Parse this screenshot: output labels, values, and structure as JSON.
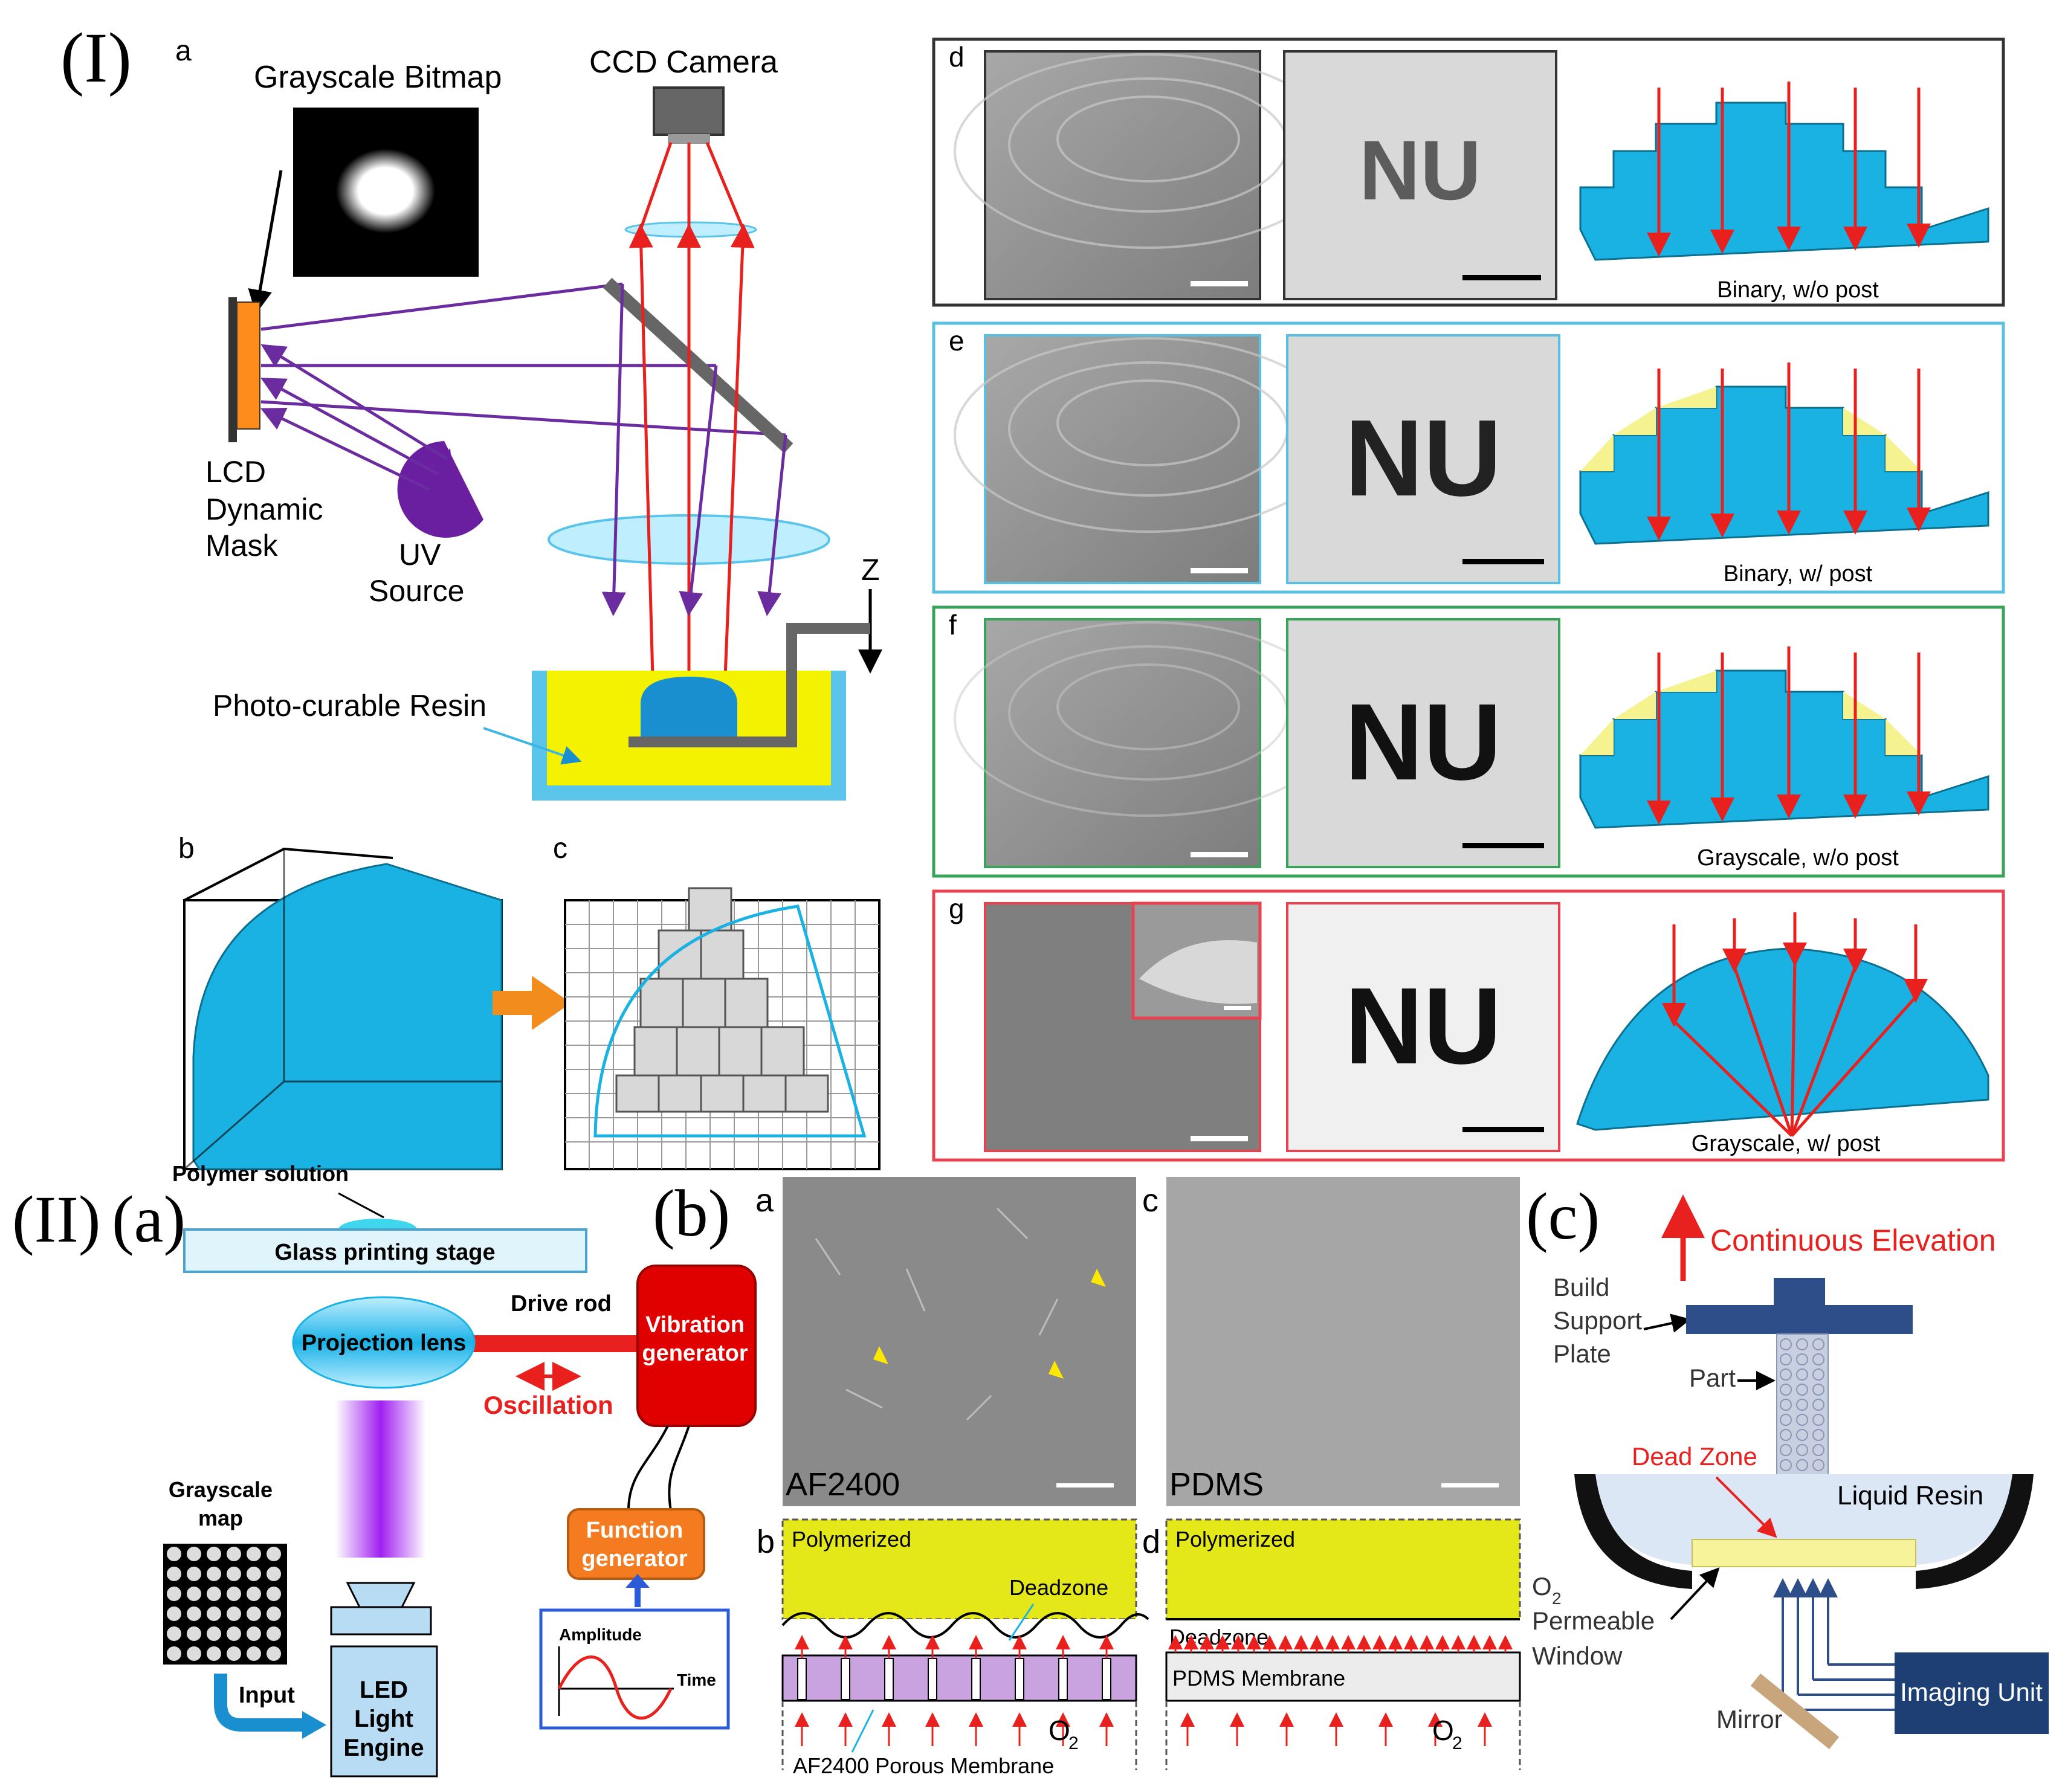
{
  "part1": {
    "roman": "(I)",
    "a": {
      "letter": "a",
      "bitmap_label": "Grayscale Bitmap",
      "camera_label": "CCD Camera",
      "lcd_label_1": "LCD",
      "lcd_label_2": "Dynamic",
      "lcd_label_3": "Mask",
      "uv_label_1": "UV",
      "uv_label_2": "Source",
      "z_label": "Z",
      "resin_label": "Photo-curable Resin"
    },
    "b": {
      "letter": "b"
    },
    "c": {
      "letter": "c"
    },
    "panels": [
      {
        "letter": "d",
        "caption": "Binary, w/o post",
        "text": "NU",
        "color": "#333333"
      },
      {
        "letter": "e",
        "caption": "Binary, w/ post",
        "text": "NU",
        "color": "#5bbfe0"
      },
      {
        "letter": "f",
        "caption": "Grayscale, w/o post",
        "text": "NU",
        "color": "#3aa35a"
      },
      {
        "letter": "g",
        "caption": "Grayscale, w/ post",
        "text": "NU",
        "color": "#e8414f"
      }
    ]
  },
  "part2": {
    "roman": "(II)",
    "a": {
      "letter": "(a)",
      "polymer_label": "Polymer solution",
      "stage_label": "Glass printing stage",
      "drive_label": "Drive rod",
      "lens_label": "Projection lens",
      "vib_label_1": "Vibration",
      "vib_label_2": "generator",
      "osc_label": "Oscillation",
      "gray_label_1": "Grayscale",
      "gray_label_2": "map",
      "func_label_1": "Function",
      "func_label_2": "generator",
      "amp_label": "Amplitude",
      "time_label": "Time",
      "input_label": "Input",
      "led_label_1": "LED",
      "led_label_2": "Light",
      "led_label_3": "Engine"
    },
    "b": {
      "letter": "(b)",
      "sub_a": "a",
      "sub_b": "b",
      "sub_c": "c",
      "sub_d": "d",
      "af_label": "AF2400",
      "pdms_label": "PDMS",
      "polymerized_1": "Polymerized",
      "polymerized_2": "Polymerized",
      "deadzone_1": "Deadzone",
      "deadzone_2": "Deadzone",
      "o2_1": "O",
      "o2_2": "O",
      "o2_sub": "2",
      "af_membrane": "AF2400 Porous Membrane",
      "pdms_membrane": "PDMS Membrane"
    },
    "c": {
      "letter": "(c)",
      "elevation": "Continuous Elevation",
      "build_1": "Build",
      "build_2": "Support",
      "build_3": "Plate",
      "part": "Part",
      "dead_zone": "Dead Zone",
      "liquid_resin": "Liquid Resin",
      "o2_1": "O",
      "o2_sub": "2",
      "permeable": "Permeable",
      "window": "Window",
      "mirror": "Mirror",
      "imaging": "Imaging Unit"
    }
  },
  "colors": {
    "blue": "#19b2e2",
    "red": "#e8201e",
    "purple": "#6a2c9e",
    "yellow": "#f5f200",
    "navy": "#2e4e8a"
  }
}
